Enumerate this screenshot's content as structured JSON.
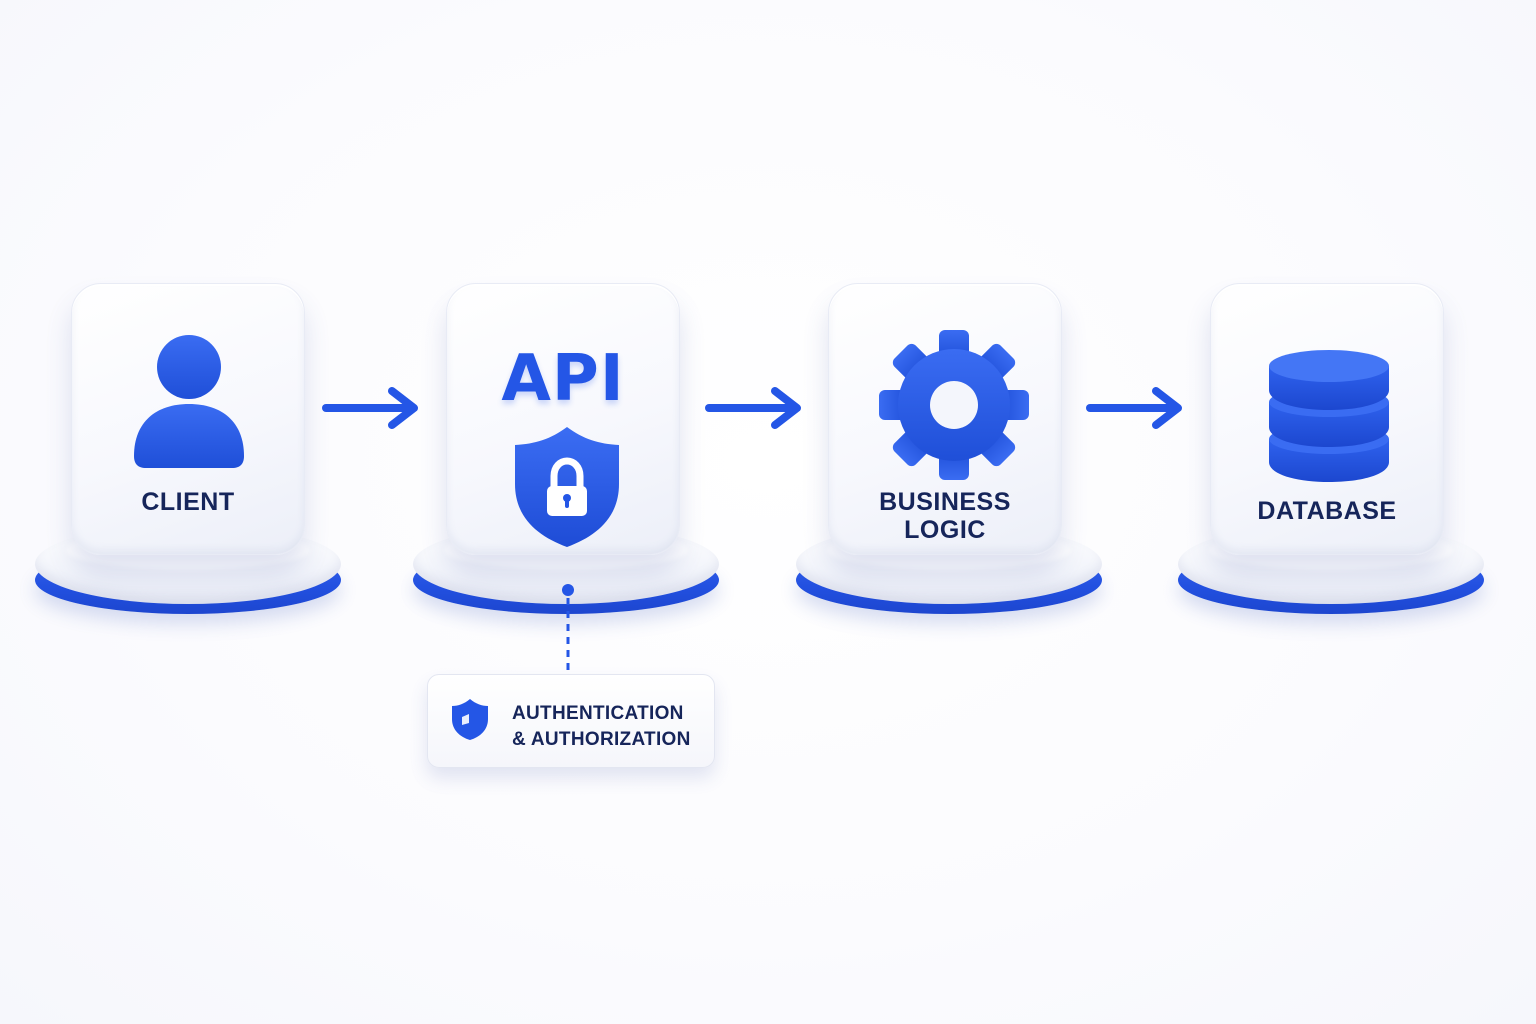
{
  "colors": {
    "accent": "#2456e6",
    "text": "#16255a",
    "tile": "#f5f7fd"
  },
  "nodes": [
    {
      "id": "client",
      "label_line1": "CLIENT",
      "label_line2": "",
      "icon": "user-icon"
    },
    {
      "id": "api",
      "title": "API",
      "label_line1": "",
      "label_line2": "",
      "icon": "shield-lock-icon"
    },
    {
      "id": "business-logic",
      "label_line1": "BUSINESS",
      "label_line2": "LOGIC",
      "icon": "gear-icon"
    },
    {
      "id": "database",
      "label_line1": "DATABASE",
      "label_line2": "",
      "icon": "database-icon"
    }
  ],
  "arrows": [
    "arrow-right-icon",
    "arrow-right-icon",
    "arrow-right-icon"
  ],
  "callout": {
    "line1": "AUTHENTICATION",
    "line2": "& AUTHORIZATION",
    "icon": "shield-icon"
  }
}
